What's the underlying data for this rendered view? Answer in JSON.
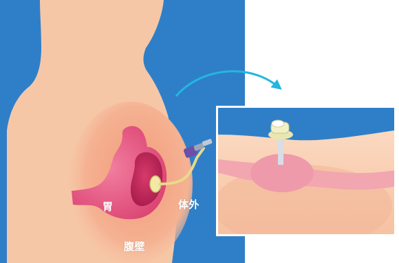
{
  "labels": {
    "stomach": "胃",
    "outside_body": "体外",
    "abdominal_wall": "腹壁"
  },
  "colors": {
    "background": "#2f7fc8",
    "skin": "#f6c7a6",
    "skin_shadow": "#f0a784",
    "stomach_outer": "#ea5b86",
    "stomach_inner": "#c9275d",
    "arrow": "#23b7e0",
    "inset_border": "#ffffff"
  },
  "icons": [
    "curved-arrow-icon",
    "gastrostomy-tube-icon",
    "bumper-icon"
  ]
}
